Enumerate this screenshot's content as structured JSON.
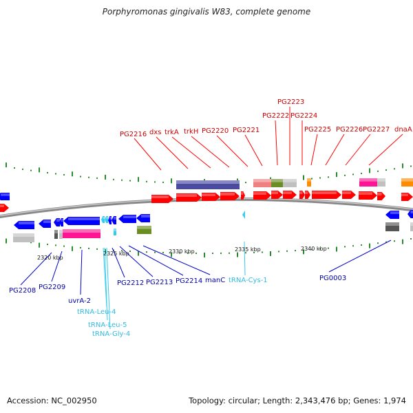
{
  "title": "Porphyromonas gingivalis W83, complete genome",
  "footer": {
    "accession": "Accession: NC_002950",
    "topology": "Topology: circular; Length: 2,343,476 bp; Genes: 1,974"
  },
  "colors": {
    "forward_gene": "#ff0000",
    "reverse_gene": "#0000ff",
    "forward_label": "#cc0000",
    "reverse_label": "#0000aa",
    "trna": "#33ccee",
    "backbone": "#888888",
    "tick": "#2a8a2a"
  },
  "scale_labels": [
    "2320 kbp",
    "2325 kbp",
    "2330 kbp",
    "2335 kbp",
    "2340 kbp"
  ],
  "forward_labels": [
    "PG2216",
    "dxs",
    "trkA",
    "trkH",
    "PG2220",
    "PG2221",
    "PG2222",
    "PG2223",
    "PG2224",
    "PG2225",
    "PG2226",
    "PG2227",
    "dnaA"
  ],
  "reverse_labels": [
    "PG2208",
    "PG2209",
    "uvrA-2",
    "PG2212",
    "PG2213",
    "PG2214",
    "manC",
    "PG0003"
  ],
  "trna_labels": [
    "tRNA-Cys-1",
    "tRNA-Leu-4",
    "tRNA-Leu-5",
    "tRNA-Gly-4"
  ]
}
